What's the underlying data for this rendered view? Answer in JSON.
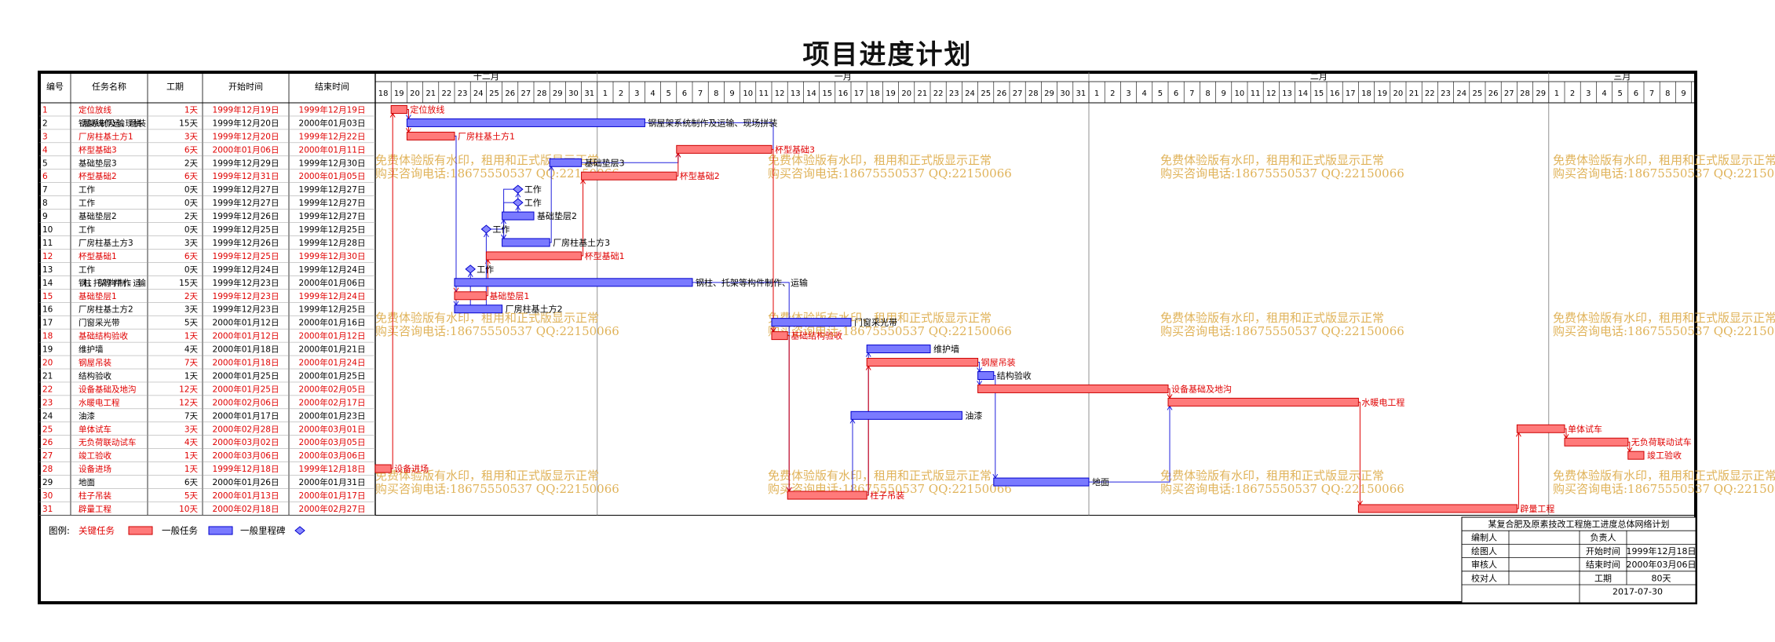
{
  "title": "项目进度计划",
  "colors": {
    "critical": "#ff7a7a",
    "critical_stroke": "#cc0000",
    "normal": "#7a7aff",
    "normal_stroke": "#0000cc",
    "milestone": "#8888ff",
    "watermark": "#e0b35a"
  },
  "table_headers": {
    "id": "编号",
    "name": "任务名称",
    "duration": "工期",
    "start": "开始时间",
    "end": "结束时间"
  },
  "months": [
    "十二月",
    "一月",
    "二月",
    "三月"
  ],
  "watermark": {
    "line1": "免费体验版有水印，租用和正式版显示正常",
    "line2": "购买咨询电话:18675550537 QQ:22150066"
  },
  "legend": {
    "label": "图例:",
    "critical": "关键任务",
    "normal": "一般任务",
    "milestone": "一般里程碑"
  },
  "title_block": {
    "project": "某复合肥及原素技改工程施工进度总体网络计划",
    "rows": [
      {
        "k1": "编制人",
        "v1": "",
        "k2": "负责人",
        "v2": ""
      },
      {
        "k1": "绘图人",
        "v1": "",
        "k2": "开始时间",
        "v2": "1999年12月18日"
      },
      {
        "k1": "审核人",
        "v1": "",
        "k2": "结束时间",
        "v2": "2000年03月06日"
      },
      {
        "k1": "校对人",
        "v1": "",
        "k2": "工期",
        "v2": "80天"
      }
    ],
    "date": "2017-07-30"
  },
  "chart_data": {
    "type": "gantt",
    "timeline": {
      "start": "1999-12-18",
      "end": "2000-03-10"
    },
    "tasks": [
      {
        "id": "1",
        "name": "定位放线",
        "duration": "1天",
        "start": "1999年12月19日",
        "end": "1999年12月19日",
        "critical": true,
        "s": "1999-12-19",
        "e": "1999-12-19",
        "label": "定位放线"
      },
      {
        "id": "2",
        "name": "钢屋架系统制作及运输、现场拼装",
        "duration": "15天",
        "start": "1999年12月20日",
        "end": "2000年01月03日",
        "critical": false,
        "s": "1999-12-20",
        "e": "2000-01-03",
        "label": "钢屋架系统制作及运输、现场拼装"
      },
      {
        "id": "3",
        "name": "厂房柱基土方1",
        "duration": "3天",
        "start": "1999年12月20日",
        "end": "1999年12月22日",
        "critical": true,
        "s": "1999-12-20",
        "e": "1999-12-22",
        "label": "厂房柱基土方1"
      },
      {
        "id": "4",
        "name": "杯型基础3",
        "duration": "6天",
        "start": "2000年01月06日",
        "end": "2000年01月11日",
        "critical": true,
        "s": "2000-01-06",
        "e": "2000-01-11",
        "label": "杯型基础3"
      },
      {
        "id": "5",
        "name": "基础垫层3",
        "duration": "2天",
        "start": "1999年12月29日",
        "end": "1999年12月30日",
        "critical": false,
        "s": "1999-12-29",
        "e": "1999-12-30",
        "label": "基础垫层3"
      },
      {
        "id": "6",
        "name": "杯型基础2",
        "duration": "6天",
        "start": "1999年12月31日",
        "end": "2000年01月05日",
        "critical": true,
        "s": "1999-12-31",
        "e": "2000-01-05",
        "label": "杯型基础2"
      },
      {
        "id": "7",
        "name": "工作",
        "duration": "0天",
        "start": "1999年12月27日",
        "end": "1999年12月27日",
        "milestone": true,
        "s": "1999-12-27",
        "e": "1999-12-27",
        "label": "工作"
      },
      {
        "id": "8",
        "name": "工作",
        "duration": "0天",
        "start": "1999年12月27日",
        "end": "1999年12月27日",
        "milestone": true,
        "s": "1999-12-27",
        "e": "1999-12-27",
        "label": "工作"
      },
      {
        "id": "9",
        "name": "基础垫层2",
        "duration": "2天",
        "start": "1999年12月26日",
        "end": "1999年12月27日",
        "critical": false,
        "s": "1999-12-26",
        "e": "1999-12-27",
        "label": "基础垫层2"
      },
      {
        "id": "10",
        "name": "工作",
        "duration": "0天",
        "start": "1999年12月25日",
        "end": "1999年12月25日",
        "milestone": true,
        "s": "1999-12-25",
        "e": "1999-12-25",
        "label": "工作"
      },
      {
        "id": "11",
        "name": "厂房柱基土方3",
        "duration": "3天",
        "start": "1999年12月26日",
        "end": "1999年12月28日",
        "critical": false,
        "s": "1999-12-26",
        "e": "1999-12-28",
        "label": "厂房柱基土方3"
      },
      {
        "id": "12",
        "name": "杯型基础1",
        "duration": "6天",
        "start": "1999年12月25日",
        "end": "1999年12月30日",
        "critical": true,
        "s": "1999-12-25",
        "e": "1999-12-30",
        "label": "杯型基础1"
      },
      {
        "id": "13",
        "name": "工作",
        "duration": "0天",
        "start": "1999年12月24日",
        "end": "1999年12月24日",
        "milestone": true,
        "s": "1999-12-24",
        "e": "1999-12-24",
        "label": "工作"
      },
      {
        "id": "14",
        "name": "钢柱、托架等构件制作、运输",
        "duration": "15天",
        "start": "1999年12月23日",
        "end": "2000年01月06日",
        "critical": false,
        "s": "1999-12-23",
        "e": "2000-01-06",
        "label": "钢柱、托架等构件制作、运输"
      },
      {
        "id": "15",
        "name": "基础垫层1",
        "duration": "2天",
        "start": "1999年12月23日",
        "end": "1999年12月24日",
        "critical": true,
        "s": "1999-12-23",
        "e": "1999-12-24",
        "label": "基础垫层1"
      },
      {
        "id": "16",
        "name": "厂房柱基土方2",
        "duration": "3天",
        "start": "1999年12月23日",
        "end": "1999年12月25日",
        "critical": false,
        "s": "1999-12-23",
        "e": "1999-12-25",
        "label": "厂房柱基土方2"
      },
      {
        "id": "17",
        "name": "门窗采光带",
        "duration": "5天",
        "start": "2000年01月12日",
        "end": "2000年01月16日",
        "critical": false,
        "s": "2000-01-12",
        "e": "2000-01-16",
        "label": "门窗采光带"
      },
      {
        "id": "18",
        "name": "基础结构验收",
        "duration": "1天",
        "start": "2000年01月12日",
        "end": "2000年01月12日",
        "critical": true,
        "s": "2000-01-12",
        "e": "2000-01-12",
        "label": "基础结构验收"
      },
      {
        "id": "19",
        "name": "维护墙",
        "duration": "4天",
        "start": "2000年01月18日",
        "end": "2000年01月21日",
        "critical": false,
        "s": "2000-01-18",
        "e": "2000-01-21",
        "label": "维护墙"
      },
      {
        "id": "20",
        "name": "钢屋吊装",
        "duration": "7天",
        "start": "2000年01月18日",
        "end": "2000年01月24日",
        "critical": true,
        "s": "2000-01-18",
        "e": "2000-01-24",
        "label": "钢屋吊装"
      },
      {
        "id": "21",
        "name": "结构验收",
        "duration": "1天",
        "start": "2000年01月25日",
        "end": "2000年01月25日",
        "critical": false,
        "s": "2000-01-25",
        "e": "2000-01-25",
        "label": "结构验收"
      },
      {
        "id": "22",
        "name": "设备基础及地沟",
        "duration": "12天",
        "start": "2000年01月25日",
        "end": "2000年02月05日",
        "critical": true,
        "s": "2000-01-25",
        "e": "2000-02-05",
        "label": "设备基础及地沟"
      },
      {
        "id": "23",
        "name": "水暖电工程",
        "duration": "12天",
        "start": "2000年02月06日",
        "end": "2000年02月17日",
        "critical": true,
        "s": "2000-02-06",
        "e": "2000-02-17",
        "label": "水暖电工程"
      },
      {
        "id": "24",
        "name": "油漆",
        "duration": "7天",
        "start": "2000年01月17日",
        "end": "2000年01月23日",
        "critical": false,
        "s": "2000-01-17",
        "e": "2000-01-23",
        "label": "油漆"
      },
      {
        "id": "25",
        "name": "单体试车",
        "duration": "3天",
        "start": "2000年02月28日",
        "end": "2000年03月01日",
        "critical": true,
        "s": "2000-02-28",
        "e": "2000-03-01",
        "label": "单体试车"
      },
      {
        "id": "26",
        "name": "无负荷联动试车",
        "duration": "4天",
        "start": "2000年03月02日",
        "end": "2000年03月05日",
        "critical": true,
        "s": "2000-03-02",
        "e": "2000-03-05",
        "label": "无负荷联动试车"
      },
      {
        "id": "27",
        "name": "竣工验收",
        "duration": "1天",
        "start": "2000年03月06日",
        "end": "2000年03月06日",
        "critical": true,
        "s": "2000-03-06",
        "e": "2000-03-06",
        "label": "竣工验收"
      },
      {
        "id": "28",
        "name": "设备进场",
        "duration": "1天",
        "start": "1999年12月18日",
        "end": "1999年12月18日",
        "critical": true,
        "s": "1999-12-18",
        "e": "1999-12-18",
        "label": "设备进场"
      },
      {
        "id": "29",
        "name": "地面",
        "duration": "6天",
        "start": "2000年01月26日",
        "end": "2000年01月31日",
        "critical": false,
        "s": "2000-01-26",
        "e": "2000-01-31",
        "label": "地面"
      },
      {
        "id": "30",
        "name": "柱子吊装",
        "duration": "5天",
        "start": "2000年01月13日",
        "end": "2000年01月17日",
        "critical": true,
        "s": "2000-01-13",
        "e": "2000-01-17",
        "label": "柱子吊装"
      },
      {
        "id": "31",
        "name": "辟量工程",
        "duration": "10天",
        "start": "2000年02月18日",
        "end": "2000年02月27日",
        "critical": true,
        "s": "2000-02-18",
        "e": "2000-02-27",
        "label": "辟量工程"
      }
    ],
    "links": [
      [
        28,
        1
      ],
      [
        1,
        2
      ],
      [
        1,
        3
      ],
      [
        3,
        15
      ],
      [
        3,
        16
      ],
      [
        15,
        12
      ],
      [
        16,
        13
      ],
      [
        16,
        10
      ],
      [
        10,
        9
      ],
      [
        9,
        8
      ],
      [
        9,
        7
      ],
      [
        7,
        11
      ],
      [
        8,
        11
      ],
      [
        11,
        5
      ],
      [
        5,
        4
      ],
      [
        12,
        6
      ],
      [
        6,
        4
      ],
      [
        2,
        18
      ],
      [
        14,
        30
      ],
      [
        4,
        18
      ],
      [
        18,
        30
      ],
      [
        30,
        24
      ],
      [
        30,
        19
      ],
      [
        30,
        20
      ],
      [
        20,
        21
      ],
      [
        21,
        22
      ],
      [
        21,
        29
      ],
      [
        22,
        23
      ],
      [
        29,
        23
      ],
      [
        23,
        31
      ],
      [
        31,
        25
      ],
      [
        25,
        26
      ],
      [
        26,
        27
      ]
    ]
  }
}
